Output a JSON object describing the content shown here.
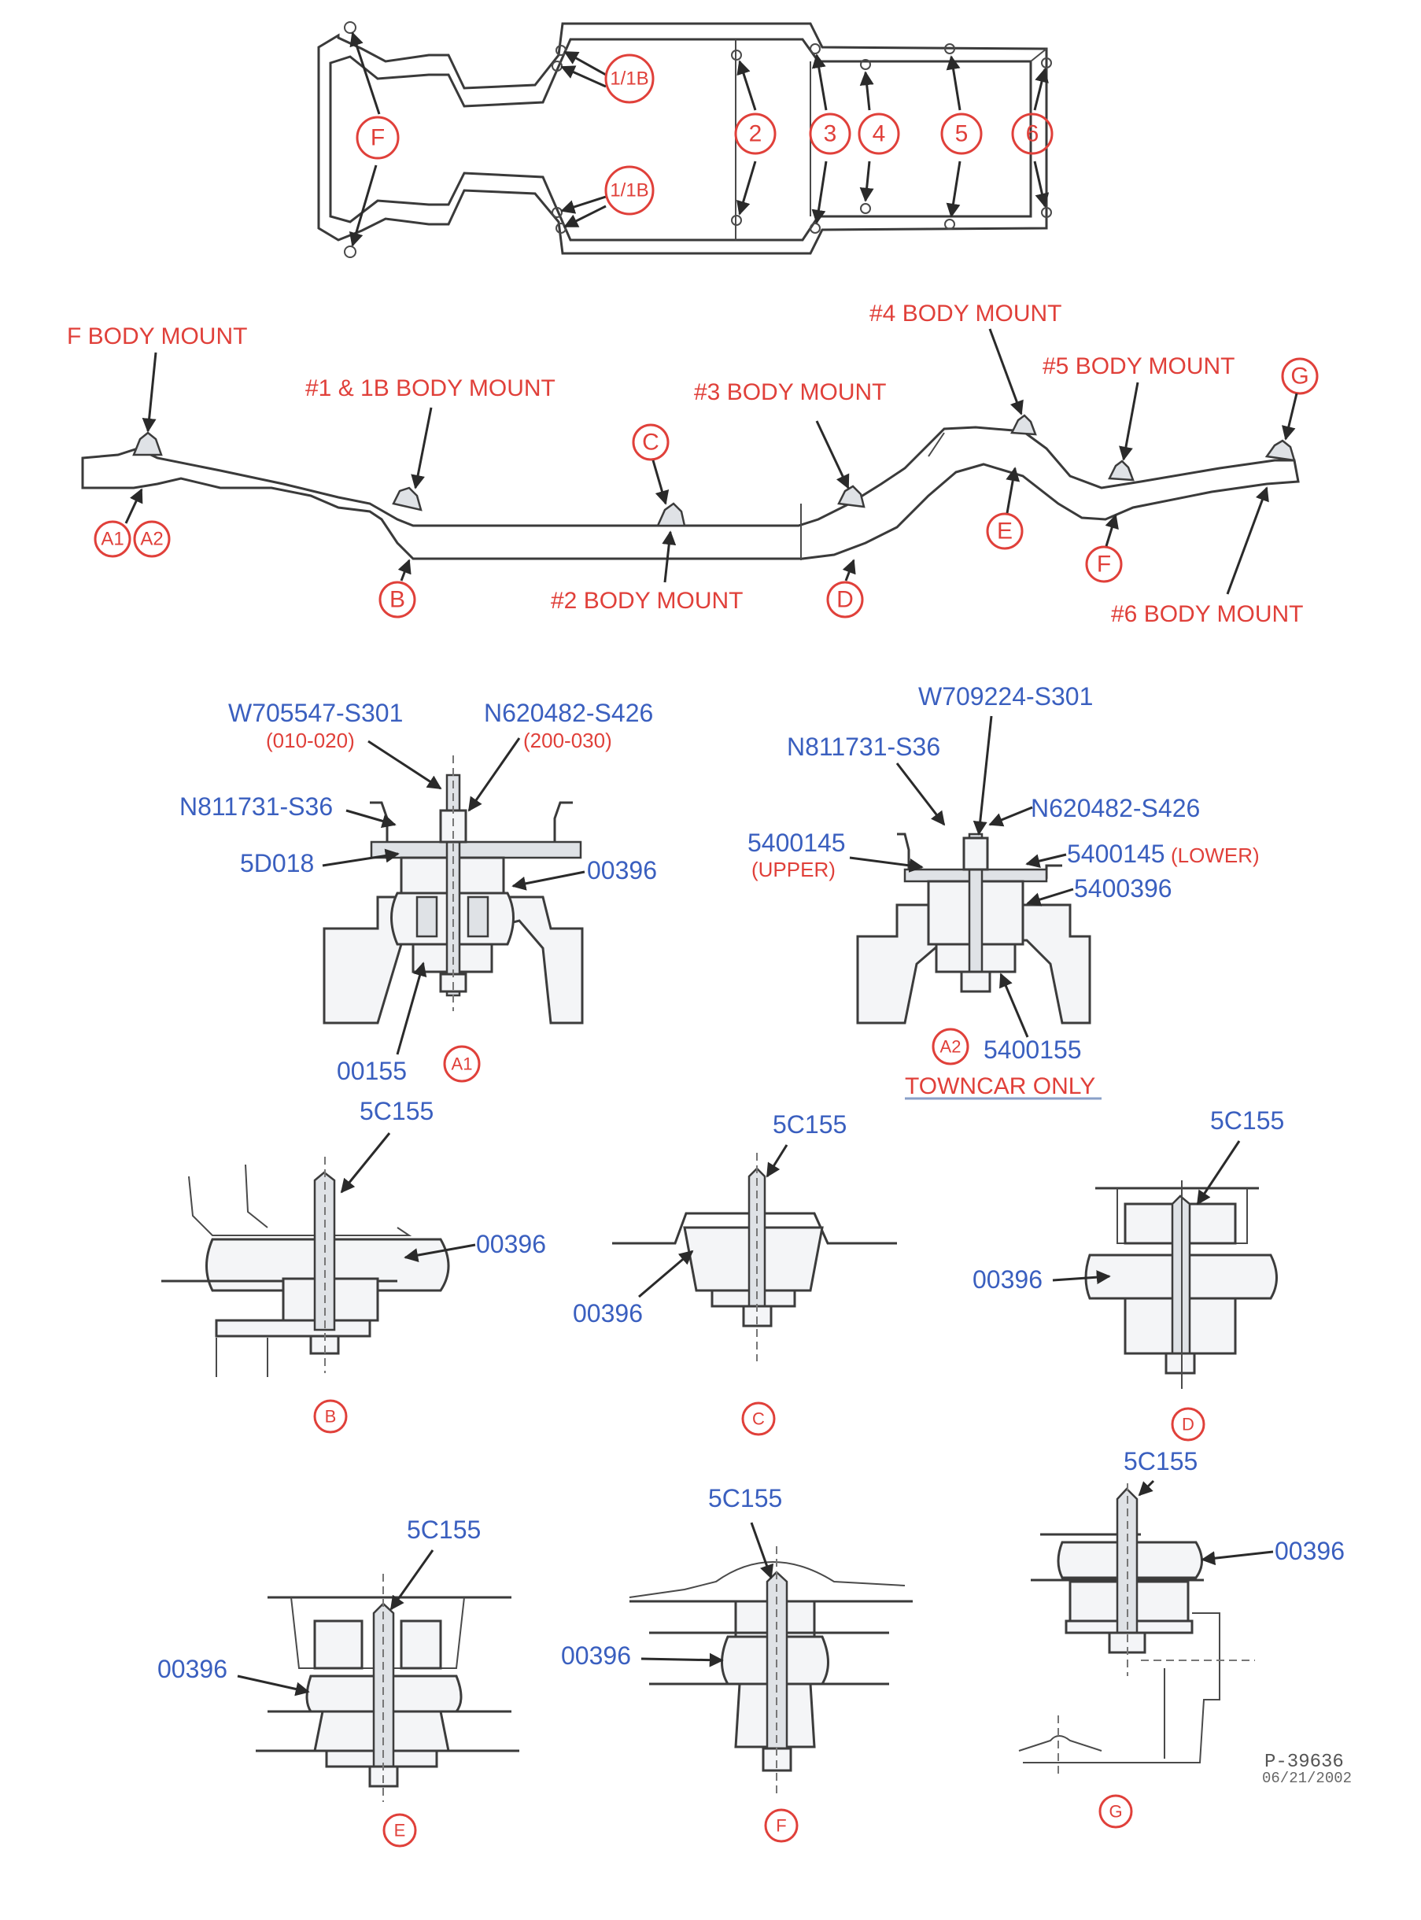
{
  "plan_view": {
    "callouts": [
      "F",
      "1/1B",
      "1/1B",
      "2",
      "3",
      "4",
      "5",
      "6"
    ]
  },
  "side_view": {
    "mount_labels": {
      "f": "F BODY MOUNT",
      "m1": "#1 & 1B BODY MOUNT",
      "m2": "#2 BODY MOUNT",
      "m3": "#3 BODY MOUNT",
      "m4": "#4 BODY MOUNT",
      "m5": "#5 BODY MOUNT",
      "m6": "#6 BODY MOUNT"
    },
    "callouts": {
      "a1": "A1",
      "a2": "A2",
      "b": "B",
      "c": "C",
      "d": "D",
      "e": "E",
      "f": "F",
      "g": "G"
    }
  },
  "detail_a1": {
    "callout": "A1",
    "parts": {
      "bolt": "W705547-S301",
      "bolt_note": "(010-020)",
      "nut": "N620482-S426",
      "nut_note": "(200-030)",
      "washer": "N811731-S36",
      "upper": "5D018",
      "insulator": "00396",
      "lower": "00155"
    }
  },
  "detail_a2": {
    "callout": "A2",
    "note": "TOWNCAR ONLY",
    "parts": {
      "bolt": "W709224-S301",
      "washer": "N811731-S36",
      "nut": "N620482-S426",
      "upper": "5400145",
      "upper_note": "(UPPER)",
      "lower": "5400145",
      "lower_note": "(LOWER)",
      "insulator": "5400396",
      "retainer": "5400155"
    }
  },
  "details": [
    {
      "callout": "B",
      "bolt": "5C155",
      "insulator": "00396"
    },
    {
      "callout": "C",
      "bolt": "5C155",
      "insulator": "00396"
    },
    {
      "callout": "D",
      "bolt": "5C155",
      "insulator": "00396"
    },
    {
      "callout": "E",
      "bolt": "5C155",
      "insulator": "00396"
    },
    {
      "callout": "F",
      "bolt": "5C155",
      "insulator": "00396"
    },
    {
      "callout": "G",
      "bolt": "5C155",
      "insulator": "00396"
    }
  ],
  "stamp": {
    "figure_id": "P-39636",
    "date": "06/21/2002"
  },
  "colors": {
    "callout_red": "#e0403a",
    "part_blue": "#3a5fbf",
    "line_gray": "#3a3a3a"
  }
}
